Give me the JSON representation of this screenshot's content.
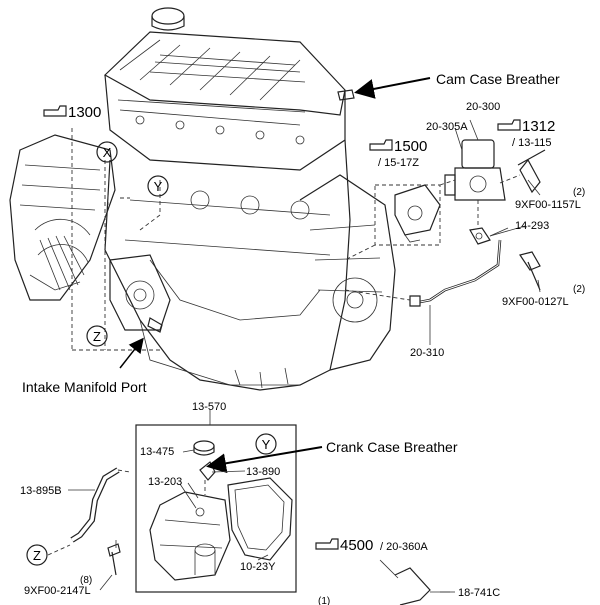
{
  "callouts": {
    "cam_case_breather": "Cam Case Breather",
    "intake_manifold_port": "Intake Manifold Port",
    "crank_case_breather": "Crank Case Breather"
  },
  "refs": {
    "r1300": "1300",
    "r1500": "1500",
    "r1500_sub": "/ 15-17Z",
    "r1312": "1312",
    "r1312_sub": "/ 13-115",
    "r4500": "4500",
    "r4500_sub": "/ 20-360A"
  },
  "parts": {
    "p20_300": "20-300",
    "p20_305A": "20-305A",
    "p9xf00_1157L": "9XF00-1157L",
    "p9xf00_1157L_qty": "(2)",
    "p14_293": "14-293",
    "p9xf00_0127L": "9XF00-0127L",
    "p9xf00_0127L_qty": "(2)",
    "p20_310": "20-310",
    "p13_570": "13-570",
    "p13_475": "13-475",
    "p13_890": "13-890",
    "p13_203": "13-203",
    "p13_895B": "13-895B",
    "p10_23Y": "10-23Y",
    "p9xf00_2147L": "9XF00-2147L",
    "p9xf00_2147L_qty": "(8)",
    "p18_741C": "18-741C",
    "p_bottom_qty": "(1)"
  },
  "markers": {
    "x": "X",
    "y": "Y",
    "z": "Z"
  },
  "colors": {
    "line": "#222222",
    "background": "#ffffff"
  }
}
